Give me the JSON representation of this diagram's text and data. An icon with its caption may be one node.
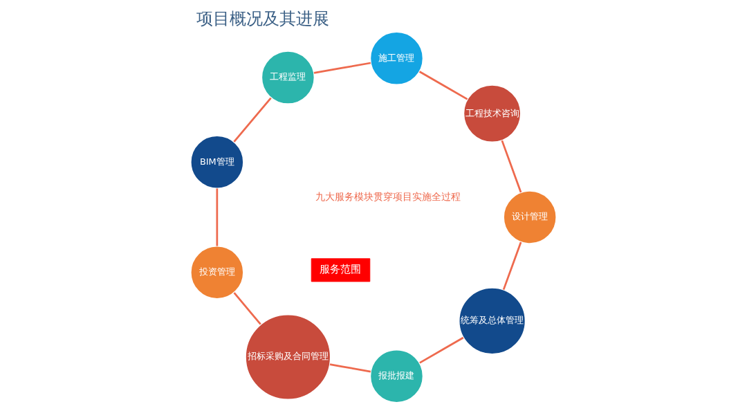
{
  "diagram": {
    "title": "项目概况及其进展",
    "nodes": [
      {
        "text": [
          "服务范围"
        ]
      },
      {
        "text": [
          "统筹及总体管理"
        ]
      },
      {
        "text": [
          "报批报建"
        ]
      },
      {
        "text": [
          "招标采购及合同管理"
        ]
      },
      {
        "text": [
          "投资管理"
        ]
      },
      {
        "text": [
          "BIM管理"
        ]
      },
      {
        "text": [
          "工程监理"
        ]
      },
      {
        "text": [
          "施工管理"
        ]
      },
      {
        "text": [
          "工程技术咨询"
        ]
      },
      {
        "text": [
          "设计管理"
        ]
      }
    ],
    "edges": [
      {
        "from": 1,
        "to": 2,
        "arrow": "none"
      },
      {
        "from": 2,
        "to": 3,
        "arrow": "none"
      },
      {
        "from": 3,
        "to": 4,
        "arrow": "none"
      },
      {
        "from": 4,
        "to": 5,
        "arrow": "none"
      },
      {
        "from": 5,
        "to": 6,
        "arrow": "none"
      },
      {
        "from": 6,
        "to": 7,
        "arrow": "none"
      },
      {
        "from": 7,
        "to": 8,
        "arrow": "none"
      },
      {
        "from": 8,
        "to": 9,
        "arrow": "none"
      },
      {
        "from": 9,
        "to": 1,
        "arrow": "none"
      }
    ],
    "labels": [
      "九大服务模块贯穿项目实施全过程"
    ]
  }
}
